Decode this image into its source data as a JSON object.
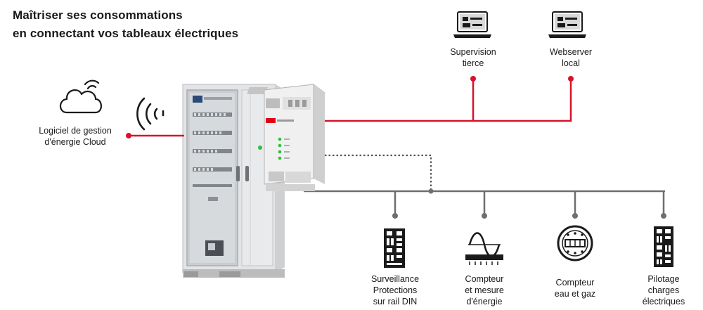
{
  "title": {
    "line1": "Maîtriser ses consommations",
    "line2": "en connectant vos tableaux électriques"
  },
  "nodes": {
    "cloud": {
      "line1": "Logiciel de gestion",
      "line2": "d'énergie Cloud",
      "icon": "cloud-icon"
    },
    "supervision": {
      "line1": "Supervision",
      "line2": "tierce",
      "icon": "laptop-icon"
    },
    "webserver": {
      "line1": "Webserver",
      "line2": "local",
      "icon": "laptop-icon"
    },
    "surveillance": {
      "line1": "Surveillance",
      "line2": "Protections",
      "line3": "sur rail DIN",
      "icon": "din-rail-module-icon"
    },
    "compteur_mesure": {
      "line1": "Compteur",
      "line2": "et mesure",
      "line3": "d'énergie",
      "icon": "energy-meter-icon"
    },
    "compteur_eau": {
      "line1": "Compteur",
      "line2": "eau et gaz",
      "icon": "water-gas-meter-icon"
    },
    "pilotage": {
      "line1": "Pilotage",
      "line2": "charges",
      "line3": "électriques",
      "icon": "load-control-icon"
    }
  },
  "colors": {
    "red_link": "#d9122b",
    "grey_bus": "#6e6e6e",
    "dotted_link": "#555555",
    "cabinet": "#e6e6e6",
    "device": "#f0f0f0",
    "abb_red": "#e2001a"
  }
}
